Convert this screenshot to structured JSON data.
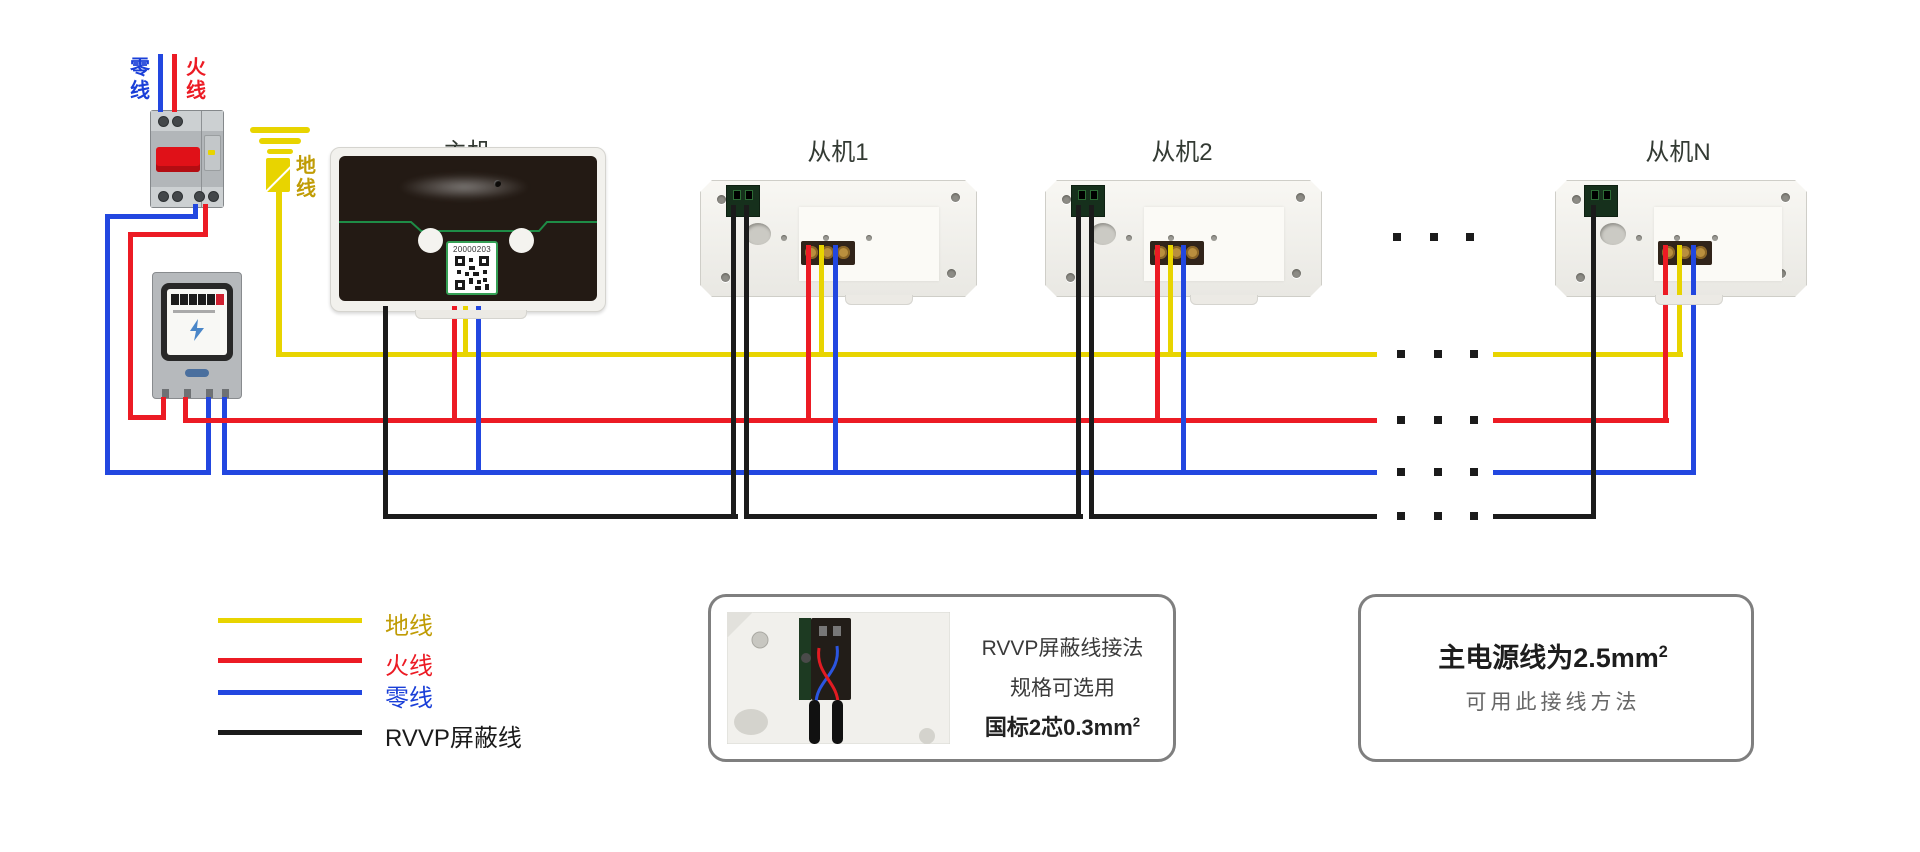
{
  "colors": {
    "ground": "#e8d400",
    "live": "#ec1b24",
    "neutral": "#2247e0",
    "shield": "#1b1b1b",
    "ground_text": "#c09c05",
    "live_text": "#ec1b24",
    "neutral_text": "#1a3fd8",
    "shield_text": "#1b1b1b"
  },
  "breaker": {
    "neutral_label": "零线",
    "live_label": "火线"
  },
  "ground_label": "地线",
  "main_unit": {
    "label": "主机",
    "serial": "20000203"
  },
  "slaves": [
    {
      "label": "从机1"
    },
    {
      "label": "从机2"
    },
    {
      "label": "从机N"
    }
  ],
  "legend": {
    "items": [
      {
        "name": "ground",
        "label": "地线"
      },
      {
        "name": "live",
        "label": "火线"
      },
      {
        "name": "neutral",
        "label": "零线"
      },
      {
        "name": "shield",
        "label": "RVVP屏蔽线"
      }
    ]
  },
  "info_boxes": {
    "rvvp": {
      "line1": "RVVP屏蔽线接法",
      "line2": "规格可选用",
      "line3": "国标2芯0.3mm",
      "line3_sup": "2"
    },
    "power": {
      "line1": "主电源线为2.5mm",
      "line1_sup": "2",
      "line2": "可用此接线方法"
    }
  }
}
